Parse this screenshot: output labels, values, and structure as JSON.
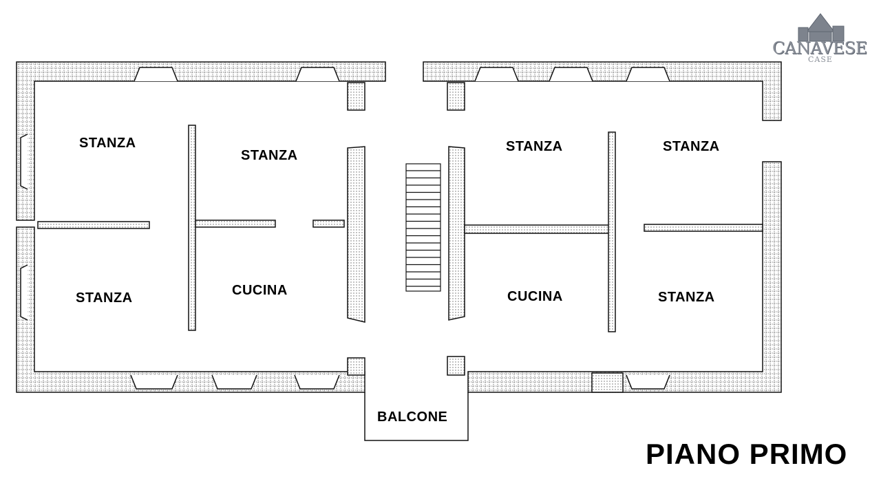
{
  "plan": {
    "rooms": [
      {
        "id": "stanza-nw",
        "label": "STANZA"
      },
      {
        "id": "stanza-n2",
        "label": "STANZA"
      },
      {
        "id": "stanza-n3",
        "label": "STANZA"
      },
      {
        "id": "stanza-ne",
        "label": "STANZA"
      },
      {
        "id": "stanza-sw",
        "label": "STANZA"
      },
      {
        "id": "cucina-w",
        "label": "CUCINA"
      },
      {
        "id": "cucina-e",
        "label": "CUCINA"
      },
      {
        "id": "stanza-se",
        "label": "STANZA"
      },
      {
        "id": "balcone",
        "label": "BALCONE"
      }
    ],
    "floor_title": "PIANO PRIMO"
  },
  "logo": {
    "name": "CANAVESE",
    "sub": "CASE",
    "colors": {
      "main": "#8a8f98",
      "dark": "#5d6470"
    }
  }
}
